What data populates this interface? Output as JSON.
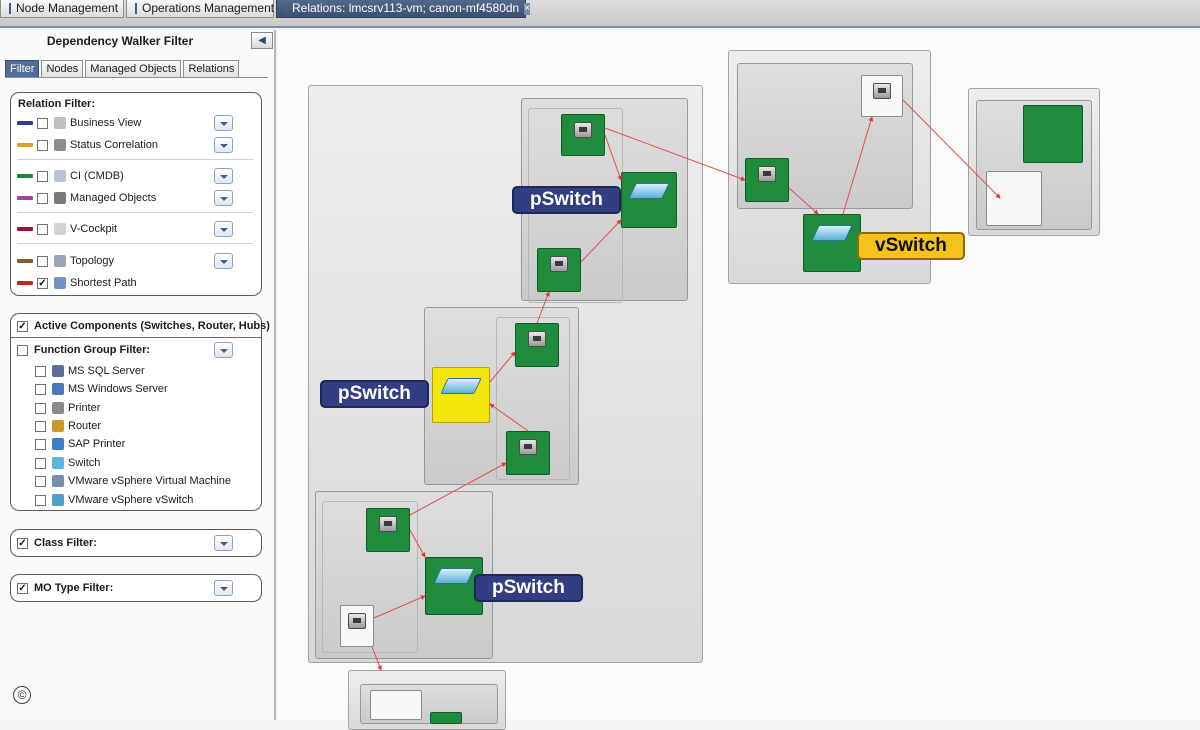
{
  "topbar": {
    "tabs": [
      {
        "label": "Node Management"
      },
      {
        "label": "Operations Management"
      },
      {
        "label": "Relations: lmcsrv113-vm; canon-mf4580dn"
      }
    ]
  },
  "panel": {
    "title": "Dependency Walker Filter",
    "tabs": [
      "Filter",
      "Nodes",
      "Managed Objects",
      "Relations"
    ],
    "relation_filter": {
      "title": "Relation Filter:",
      "items": [
        {
          "label": "Business View",
          "color": "#2e3f8f",
          "checked": false
        },
        {
          "label": "Status Correlation",
          "color": "#d9a323",
          "checked": false
        },
        {
          "label": "CI (CMDB)",
          "color": "#1d8a3a",
          "checked": false
        },
        {
          "label": "Managed Objects",
          "color": "#a040a8",
          "checked": false
        },
        {
          "label": "V-Cockpit",
          "color": "#8e1c2a",
          "checked": false
        },
        {
          "label": "Topology",
          "color": "#8a5a2a",
          "checked": false
        },
        {
          "label": "Shortest Path",
          "color": "#cc2222",
          "checked": true
        }
      ]
    },
    "active_components": {
      "label": "Active Components (Switches, Router, Hubs)",
      "checked": true
    },
    "function_group": {
      "title": "Function Group Filter:",
      "items": [
        "MS SQL Server",
        "MS Windows Server",
        "Printer",
        "Router",
        "SAP Printer",
        "Switch",
        "VMware vSphere Virtual Machine",
        "VMware vSphere vSwitch"
      ]
    },
    "class_filter": {
      "label": "Class Filter:",
      "checked": true
    },
    "mo_type_filter": {
      "label": "MO Type Filter:",
      "checked": true
    },
    "copyright": "©"
  },
  "diagram": {
    "callouts": {
      "pswitch": "pSwitch",
      "vswitch": "vSwitch"
    }
  }
}
